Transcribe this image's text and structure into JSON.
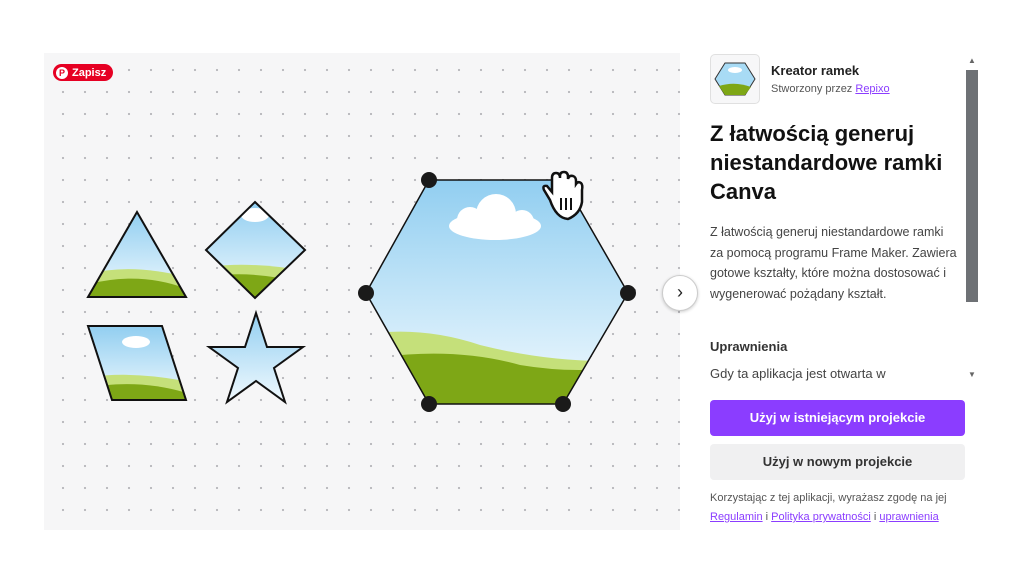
{
  "canvas": {
    "save_label": "Zapisz",
    "next_label": "›"
  },
  "app": {
    "name": "Kreator ramek",
    "author_prefix": "Stworzony przez",
    "author": "Repixo"
  },
  "title": "Z łatwością generuj niestandardowe ramki Canva",
  "description": "Z łatwością generuj niestandardowe ramki za pomocą programu Frame Maker. Zawiera gotowe kształty, które można dostosować i wygenerować pożądany kształt.",
  "permissions": {
    "heading": "Uprawnienia",
    "text": "Gdy ta aplikacja jest otwarta w"
  },
  "buttons": {
    "existing": "Użyj w istniejącym projekcie",
    "new": "Użyj w nowym projekcie"
  },
  "terms": {
    "text": "Korzystając z tej aplikacji, wyrażasz zgodę na jej",
    "regulamin": "Regulamin",
    "sep1": " i ",
    "privacy": "Polityka prywatności",
    "sep2": " i ",
    "permissions": "uprawnienia"
  },
  "colors": {
    "accent": "#8b3dff",
    "pinterest": "#e60023"
  }
}
